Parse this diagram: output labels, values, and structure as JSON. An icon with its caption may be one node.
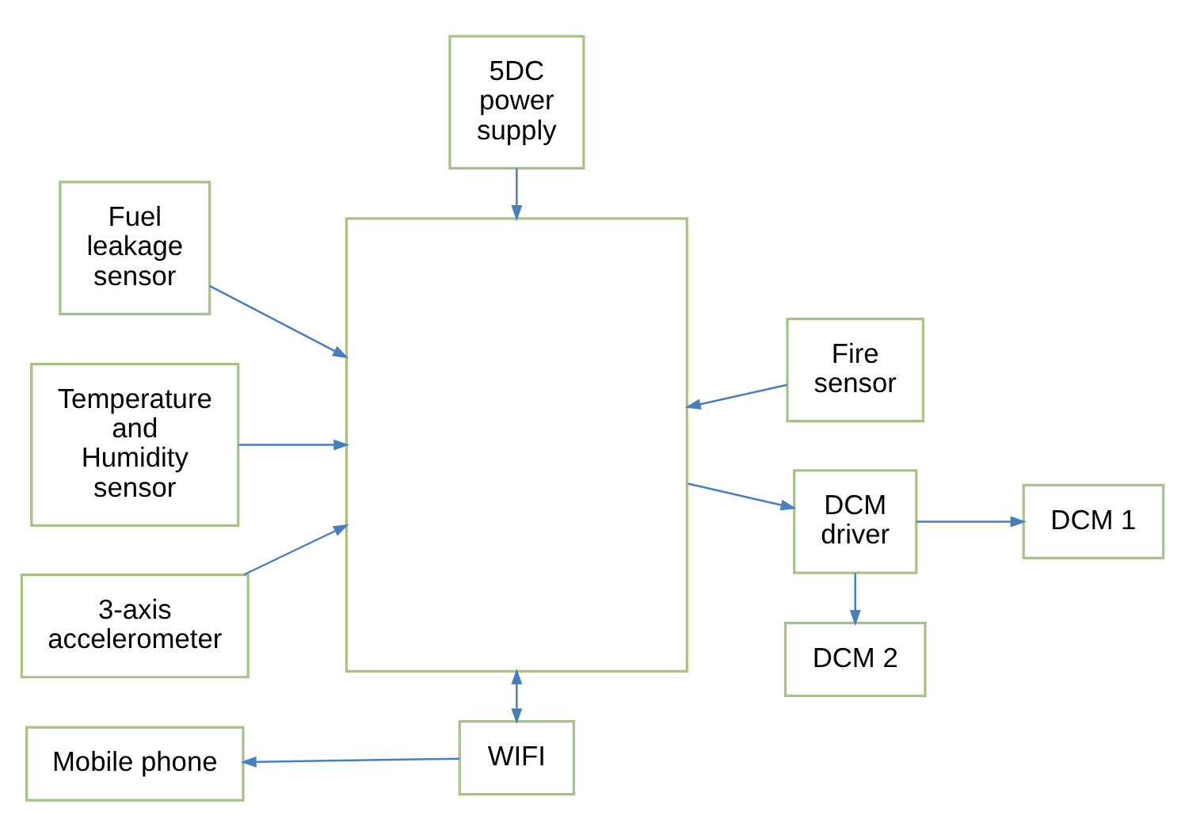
{
  "diagram": {
    "nodes": [
      {
        "text": [
          "5DC power supply"
        ]
      },
      {
        "text": [
          "Fuel leakage sensor"
        ]
      },
      {
        "text": [
          "Fire sensor"
        ]
      },
      {
        "text": [
          "Temperature and Humidity sensor"
        ]
      },
      {
        "text": [],
        "shape": "box"
      },
      {
        "text": [
          "DCM driver"
        ]
      },
      {
        "text": [
          "DCM 1"
        ]
      },
      {
        "text": [
          "3-axis accelerometer"
        ]
      },
      {
        "text": [
          "DCM 2"
        ]
      },
      {
        "text": [
          "WIFI"
        ]
      },
      {
        "text": [
          "Mobile phone"
        ]
      }
    ],
    "edges": [
      {
        "from": 0,
        "to": 4,
        "arrow": "to"
      },
      {
        "from": 1,
        "to": 4,
        "arrow": "to"
      },
      {
        "from": 2,
        "to": 4,
        "arrow": "to"
      },
      {
        "from": 3,
        "to": 4,
        "arrow": "to"
      },
      {
        "from": 7,
        "to": 4,
        "arrow": "to"
      },
      {
        "from": 4,
        "to": 5,
        "arrow": "to"
      },
      {
        "from": 5,
        "to": 6,
        "arrow": "to"
      },
      {
        "from": 5,
        "to": 8,
        "arrow": "to"
      },
      {
        "from": 4,
        "to": 9,
        "arrow": "both"
      },
      {
        "from": 9,
        "to": 10,
        "arrow": "to"
      }
    ]
  }
}
